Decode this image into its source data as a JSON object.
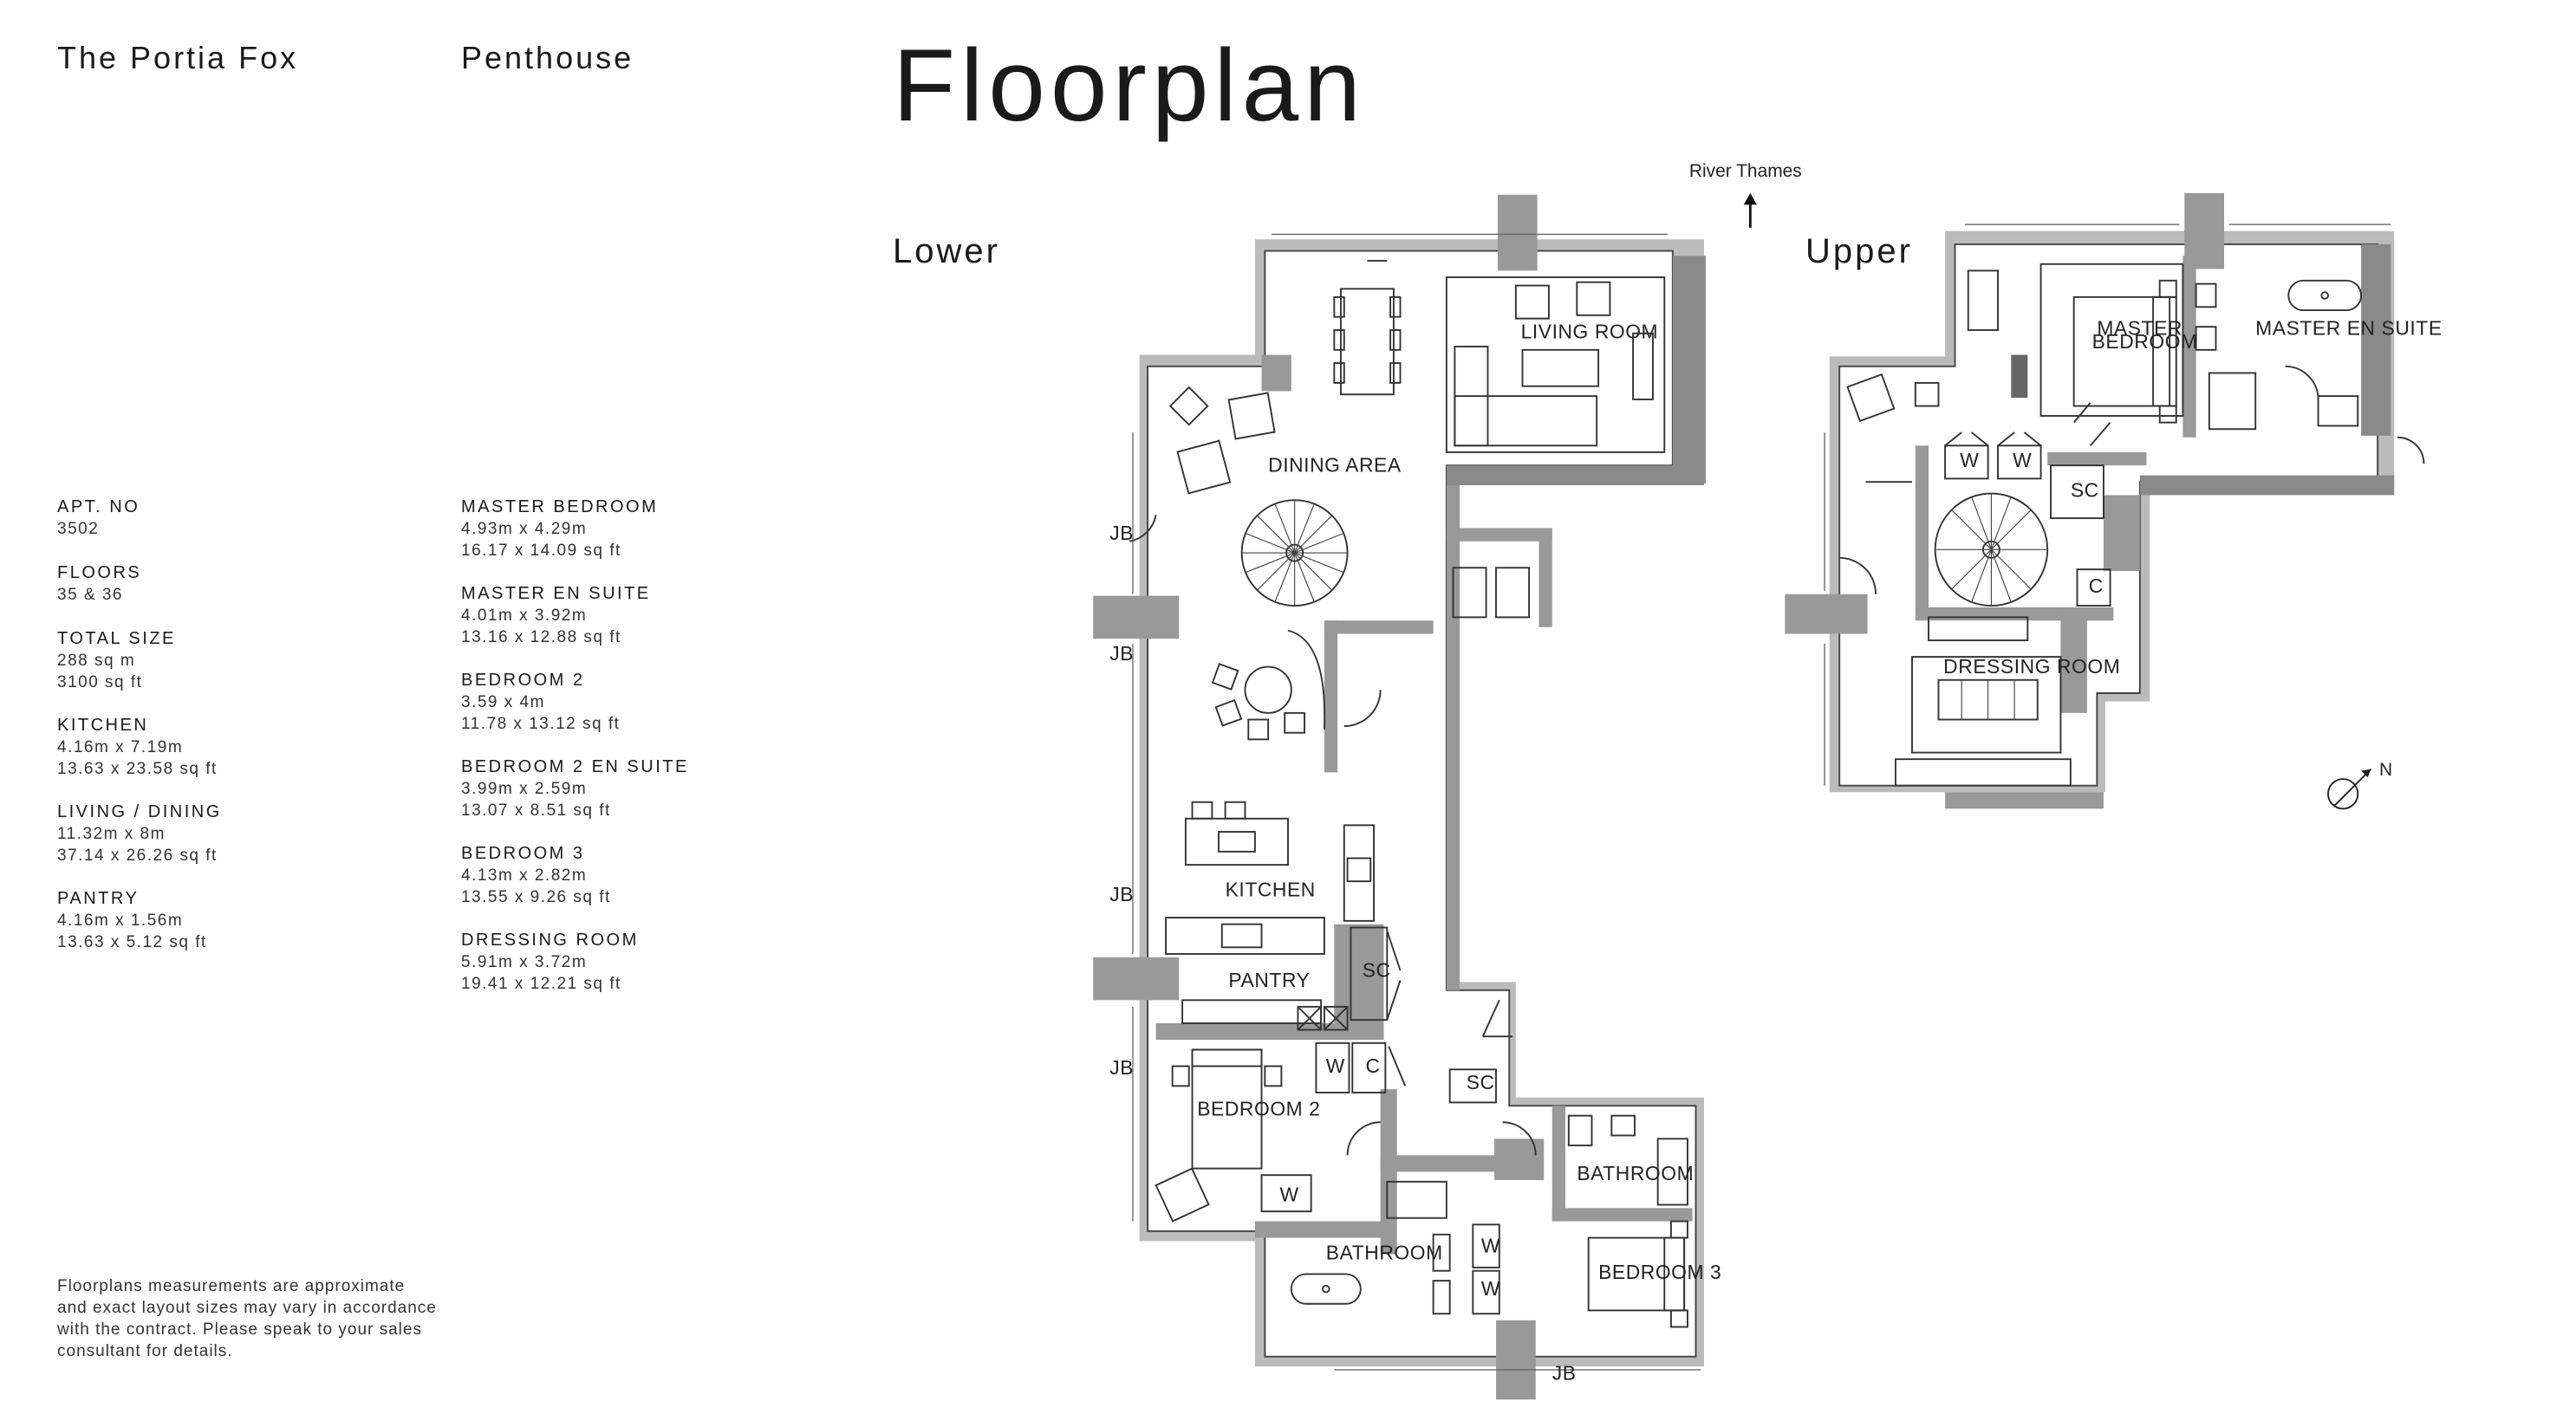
{
  "header": {
    "building": "The Portia Fox",
    "apartment_type": "Penthouse",
    "title": "Floorplan"
  },
  "sections": {
    "lower": "Lower",
    "upper": "Upper"
  },
  "orientation": {
    "river": "River Thames",
    "north": "N"
  },
  "specs_left": [
    {
      "label": "APT. NO",
      "values": [
        "3502"
      ]
    },
    {
      "label": "FLOORS",
      "values": [
        "35 & 36"
      ]
    },
    {
      "label": "TOTAL SIZE",
      "values": [
        "288 sq m",
        "3100 sq ft"
      ]
    },
    {
      "label": "KITCHEN",
      "values": [
        "4.16m x 7.19m",
        "13.63 x 23.58 sq ft"
      ]
    },
    {
      "label": "LIVING / DINING",
      "values": [
        "11.32m x 8m",
        "37.14 x 26.26 sq ft"
      ]
    },
    {
      "label": "PANTRY",
      "values": [
        "4.16m x 1.56m",
        "13.63 x 5.12 sq ft"
      ]
    }
  ],
  "specs_right": [
    {
      "label": "MASTER BEDROOM",
      "values": [
        "4.93m x 4.29m",
        "16.17 x 14.09 sq ft"
      ]
    },
    {
      "label": "MASTER EN SUITE",
      "values": [
        "4.01m x 3.92m",
        "13.16 x 12.88 sq ft"
      ]
    },
    {
      "label": "BEDROOM 2",
      "values": [
        "3.59 x 4m",
        "11.78 x 13.12 sq ft"
      ]
    },
    {
      "label": "BEDROOM 2 EN SUITE",
      "values": [
        "3.99m x 2.59m",
        "13.07 x 8.51 sq ft"
      ]
    },
    {
      "label": "BEDROOM 3",
      "values": [
        "4.13m x 2.82m",
        "13.55 x 9.26 sq ft"
      ]
    },
    {
      "label": "DRESSING ROOM",
      "values": [
        "5.91m x 3.72m",
        "19.41 x 12.21 sq ft"
      ]
    }
  ],
  "disclaimer": [
    "Floorplans measurements are approximate",
    "and exact layout sizes may vary in accordance",
    "with the contract. Please speak to your sales",
    "consultant for details."
  ],
  "lower_rooms": {
    "living": "LIVING ROOM",
    "dining": "DINING AREA",
    "kitchen": "KITCHEN",
    "pantry": "PANTRY",
    "bedroom2": "BEDROOM 2",
    "bathroom_a": "BATHROOM",
    "bathroom_b": "BATHROOM",
    "bedroom3": "BEDROOM 3",
    "sc": "SC",
    "sc2": "SC",
    "w": "W",
    "c": "C",
    "jb": "JB"
  },
  "upper_rooms": {
    "master_bedroom_1": "MASTER",
    "master_bedroom_2": "BEDROOM",
    "master_en_suite": "MASTER EN SUITE",
    "dressing": "DRESSING ROOM",
    "sc": "SC",
    "c": "C",
    "w": "W"
  }
}
